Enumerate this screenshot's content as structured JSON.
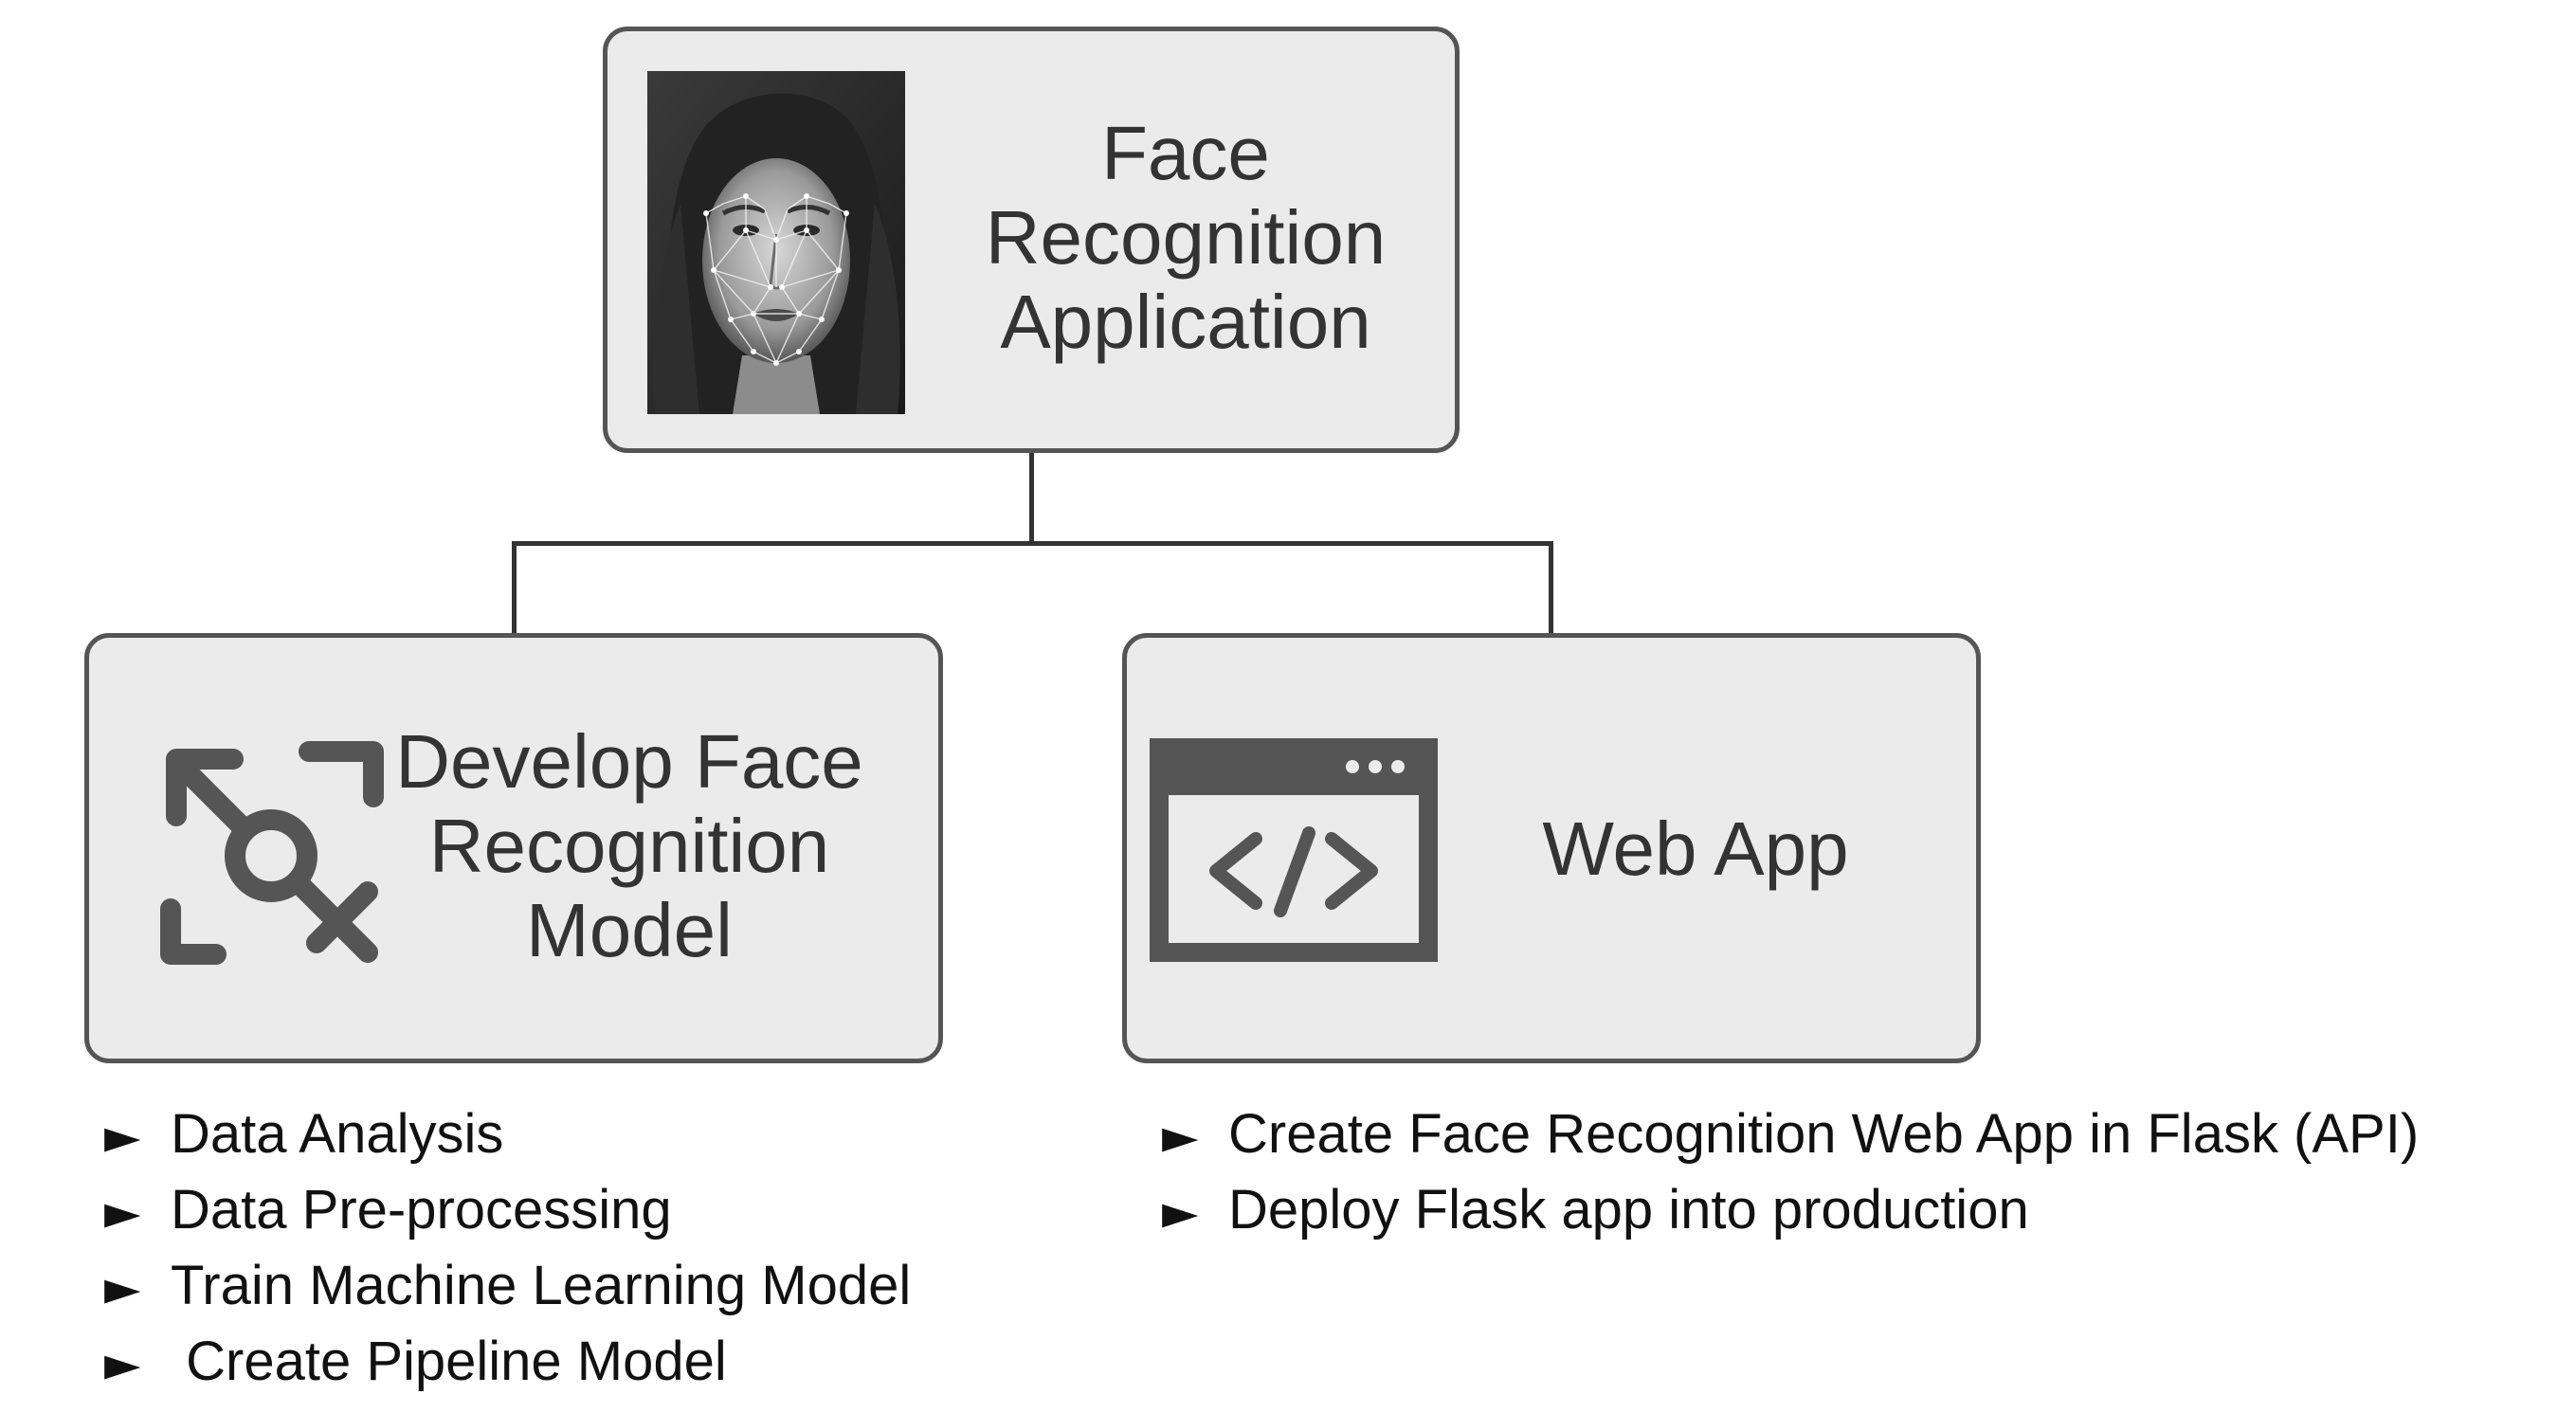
{
  "root": {
    "title": "Face\nRecognition\nApplication",
    "image": "face-landmark-mesh-photo"
  },
  "branches": [
    {
      "title": "Develop Face\nRecognition\nModel",
      "icon": "ml-model-icon",
      "items": [
        "Data Analysis",
        "Data Pre-processing",
        "Train Machine Learning Model",
        " Create Pipeline Model"
      ]
    },
    {
      "title": "Web App",
      "icon": "code-window-icon",
      "items": [
        "Create Face Recognition Web App in Flask (API)",
        "Deploy Flask app into production"
      ]
    }
  ],
  "bullet_marker": "►",
  "colors": {
    "node_fill": "#ebebeb",
    "node_border": "#555555",
    "connector": "#333333",
    "icon": "#555555",
    "text": "#333333"
  }
}
